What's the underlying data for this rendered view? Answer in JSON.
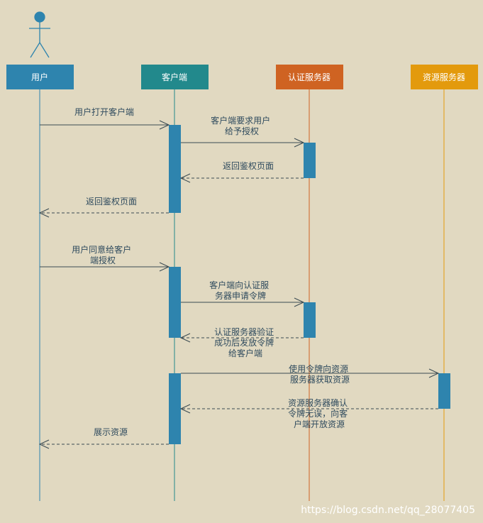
{
  "colors": {
    "background": "#e1d9c1",
    "user": "#2e84ae",
    "client": "#22898c",
    "auth": "#cf6322",
    "resource": "#e39a0d",
    "activation": "#2e84ae",
    "arrow": "#3a4a52",
    "text": "#2f4b5e"
  },
  "participants": [
    {
      "id": "user",
      "label": "用户"
    },
    {
      "id": "client",
      "label": "客户端"
    },
    {
      "id": "auth",
      "label": "认证服务器"
    },
    {
      "id": "resource",
      "label": "资源服务器"
    }
  ],
  "messages": [
    {
      "from": "user",
      "to": "client",
      "type": "sync",
      "lines": [
        "用户打开客户端"
      ]
    },
    {
      "from": "client",
      "to": "auth",
      "type": "sync",
      "lines": [
        "客户端要求用户",
        "给予授权"
      ]
    },
    {
      "from": "auth",
      "to": "client",
      "type": "return",
      "lines": [
        "返回鉴权页面"
      ]
    },
    {
      "from": "client",
      "to": "user",
      "type": "return",
      "lines": [
        "返回鉴权页面"
      ]
    },
    {
      "from": "user",
      "to": "client",
      "type": "sync",
      "lines": [
        "用户同意给客户",
        "端授权"
      ]
    },
    {
      "from": "client",
      "to": "auth",
      "type": "sync",
      "lines": [
        "客户端向认证服",
        "务器申请令牌"
      ]
    },
    {
      "from": "auth",
      "to": "client",
      "type": "return",
      "lines": [
        "认证服务器验证",
        "成功后发放令牌",
        "给客户端"
      ]
    },
    {
      "from": "client",
      "to": "resource",
      "type": "sync",
      "lines": [
        "使用令牌向资源",
        "服务器获取资源"
      ]
    },
    {
      "from": "resource",
      "to": "client",
      "type": "return",
      "lines": [
        "资源服务器确认",
        "令牌无误，向客",
        "户端开放资源"
      ]
    },
    {
      "from": "client",
      "to": "user",
      "type": "return",
      "lines": [
        "展示资源"
      ]
    }
  ],
  "watermark": "https://blog.csdn.net/qq_28077405"
}
